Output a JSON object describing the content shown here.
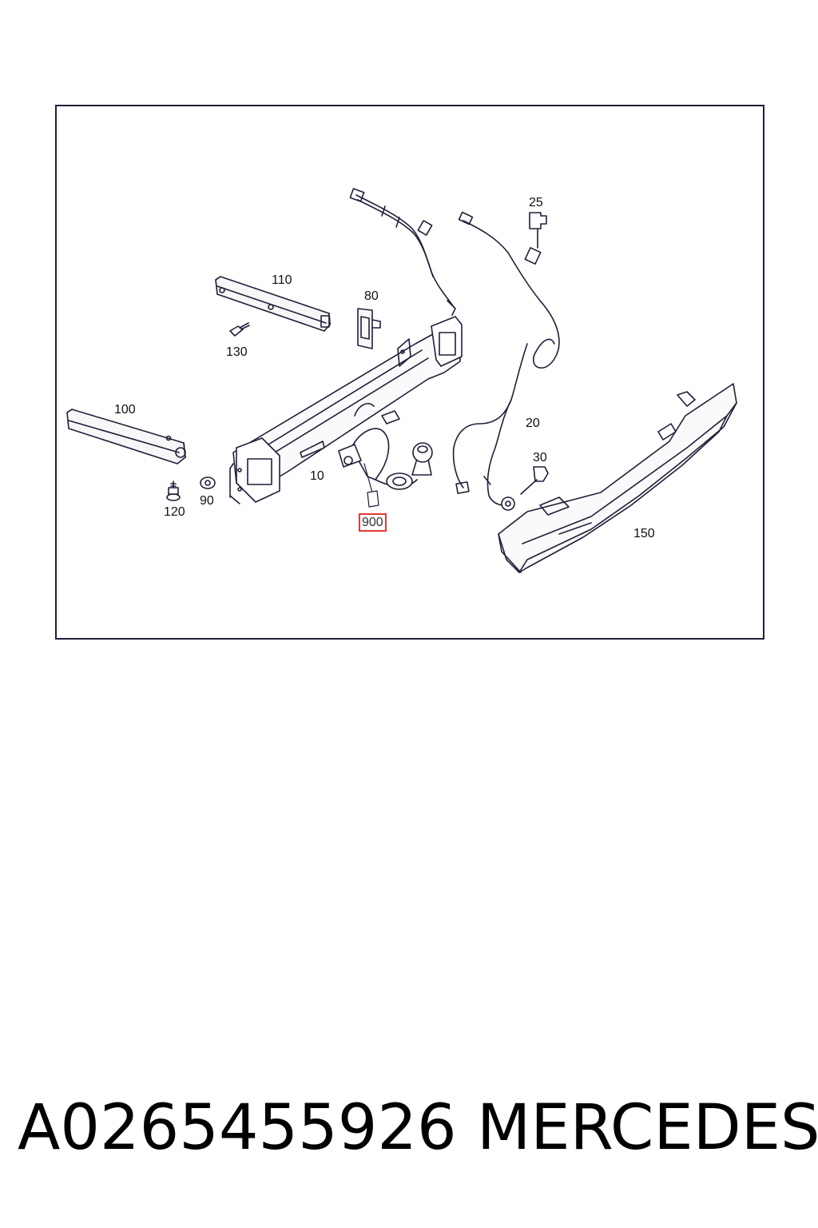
{
  "diagram": {
    "callouts": {
      "c10": "10",
      "c20": "20",
      "c25": "25",
      "c30": "30",
      "c80": "80",
      "c90": "90",
      "c100": "100",
      "c110": "110",
      "c120": "120",
      "c130": "130",
      "c150": "150",
      "c900": "900"
    },
    "highlight_color": "#e53935",
    "line_color": "#1f1f3a"
  },
  "caption": {
    "part_number": "A0265455926",
    "brand": "MERCEDES"
  }
}
